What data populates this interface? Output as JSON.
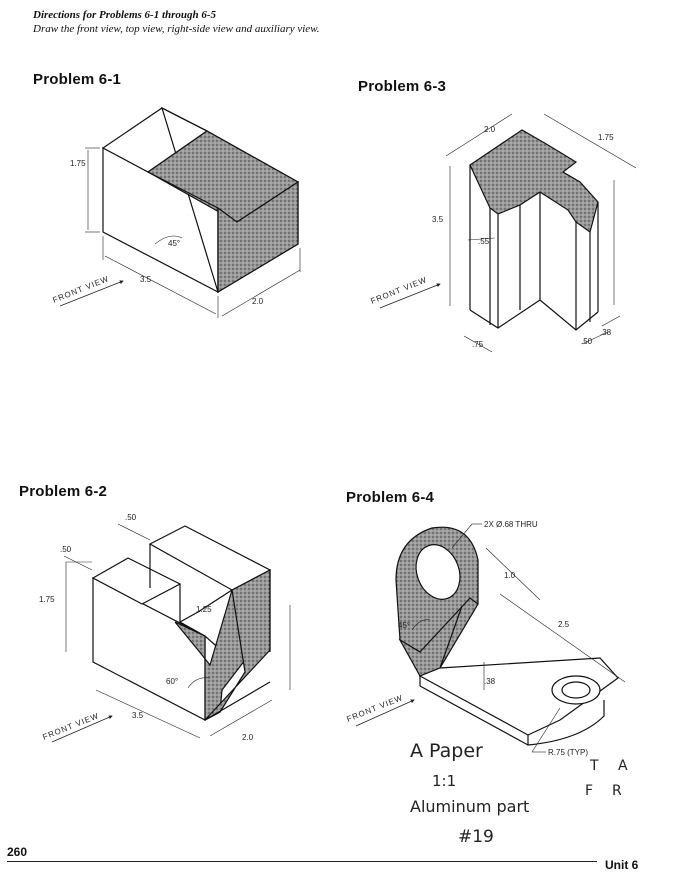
{
  "directions": {
    "title": "Directions for Problems 6-1 through 6-5",
    "text": "Draw the front view, top view, right-side view and auxiliary view."
  },
  "problems": [
    {
      "title": "Problem 6-1",
      "dims": [
        "1.75",
        "45°",
        "3.5",
        "2.0"
      ],
      "front_view": "FRONT VIEW"
    },
    {
      "title": "Problem 6-3",
      "dims": [
        "2.0",
        "1.75",
        "3.5",
        ".55",
        ".75",
        ".50",
        ".38"
      ],
      "front_view": "FRONT VIEW"
    },
    {
      "title": "Problem 6-2",
      "dims": [
        ".50",
        ".50",
        "1.75",
        "1.25",
        "60°",
        "3.5",
        "2.0"
      ],
      "front_view": "FRONT VIEW"
    },
    {
      "title": "Problem 6-4",
      "dims": [
        "2X Ø.68 THRU",
        "1.0",
        "2.5",
        "45°",
        ".38",
        "R.75 (TYP)"
      ],
      "front_view": "FRONT VIEW"
    }
  ],
  "handwritten": {
    "lines": [
      "A Paper",
      "1:1",
      "Aluminum part",
      "#19"
    ],
    "views": [
      "T",
      "A",
      "F",
      "R"
    ]
  },
  "footer": {
    "page_number": "260",
    "unit": "Unit 6"
  },
  "colors": {
    "ink": "#111111",
    "shade": "#8a8a8a"
  }
}
